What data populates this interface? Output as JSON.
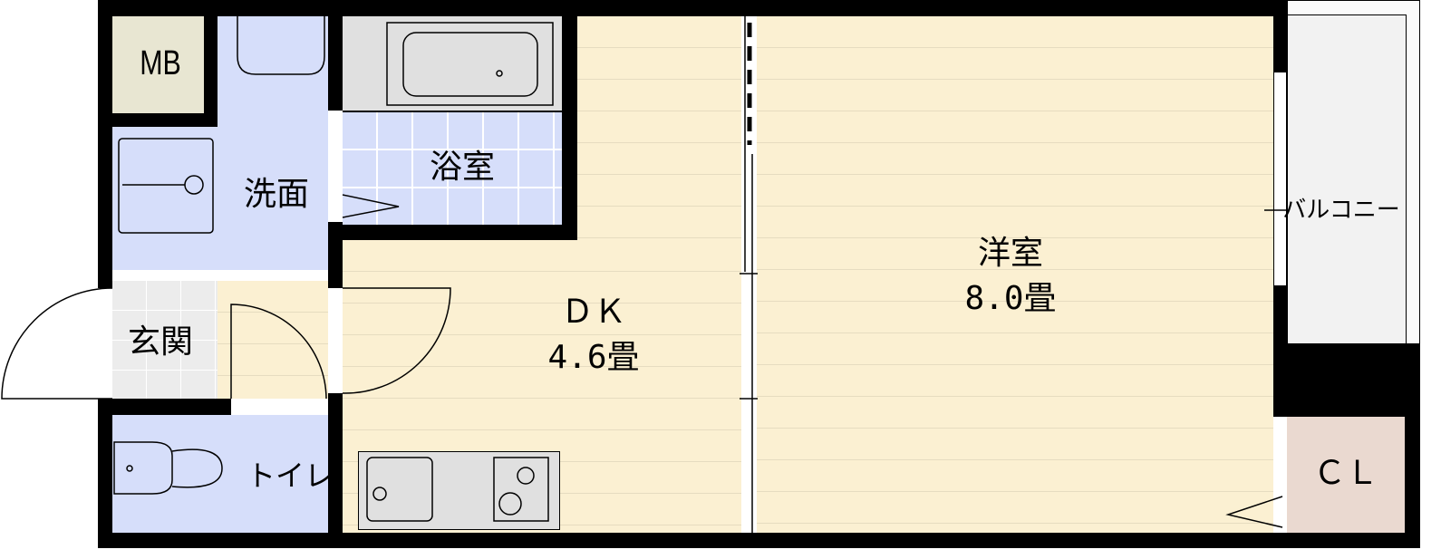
{
  "rooms": {
    "mb": "MB",
    "washroom": "洗面",
    "bathroom": "浴室",
    "entrance": "玄関",
    "toilet": "トイレ",
    "dk_name": "ＤＫ",
    "dk_size": "4.6畳",
    "western_name": "洋室",
    "western_size": "8.0畳",
    "balcony": "バルコニー",
    "closet": "ＣＬ"
  },
  "colors": {
    "wall": "#000000",
    "wet_area": "#d6defa",
    "floor": "#fbf0d2",
    "mb": "#e8e6d2",
    "balcony": "#f2f2f2",
    "closet": "#ead9d0",
    "fixture": "#e0e0e0"
  }
}
